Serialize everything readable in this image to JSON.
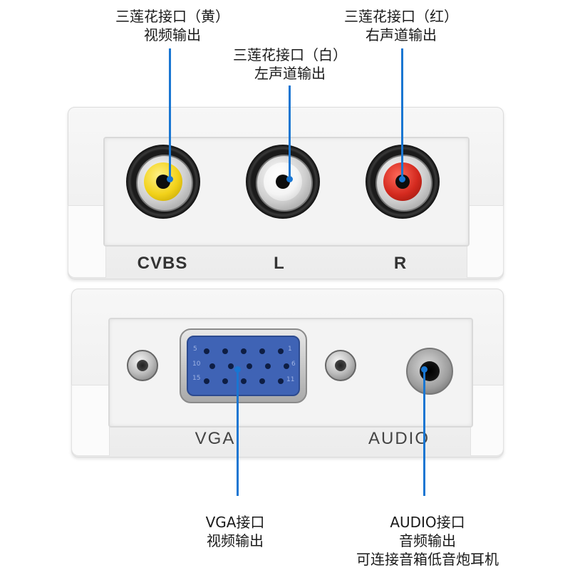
{
  "callouts": {
    "yellow": {
      "line1": "三莲花接口（黄）",
      "line2": "视频输出"
    },
    "white": {
      "line1": "三莲花接口（白）",
      "line2": "左声道输出"
    },
    "red": {
      "line1": "三莲花接口（红）",
      "line2": "右声道输出"
    },
    "vga": {
      "line1": "VGA接口",
      "line2": "视频输出"
    },
    "audio": {
      "line1": "AUDIO接口",
      "line2": "音频输出",
      "line3": "可连接音箱低音炮耳机"
    }
  },
  "top_panel": {
    "labels": {
      "cvbs": "CVBS",
      "left": "L",
      "right": "R"
    }
  },
  "bottom_panel": {
    "labels": {
      "vga": "VGA",
      "audio": "AUDIO"
    }
  },
  "vga_pin_numbers": {
    "p5": "5",
    "p1": "1",
    "p10": "10",
    "p6": "6",
    "p15": "15",
    "p11": "11"
  },
  "colors": {
    "leader": "#1976d2",
    "rca_yellow": "#f2d21a",
    "rca_white": "#f4f4f4",
    "rca_red": "#d42a1f",
    "vga_blue": "#3f63b5"
  }
}
